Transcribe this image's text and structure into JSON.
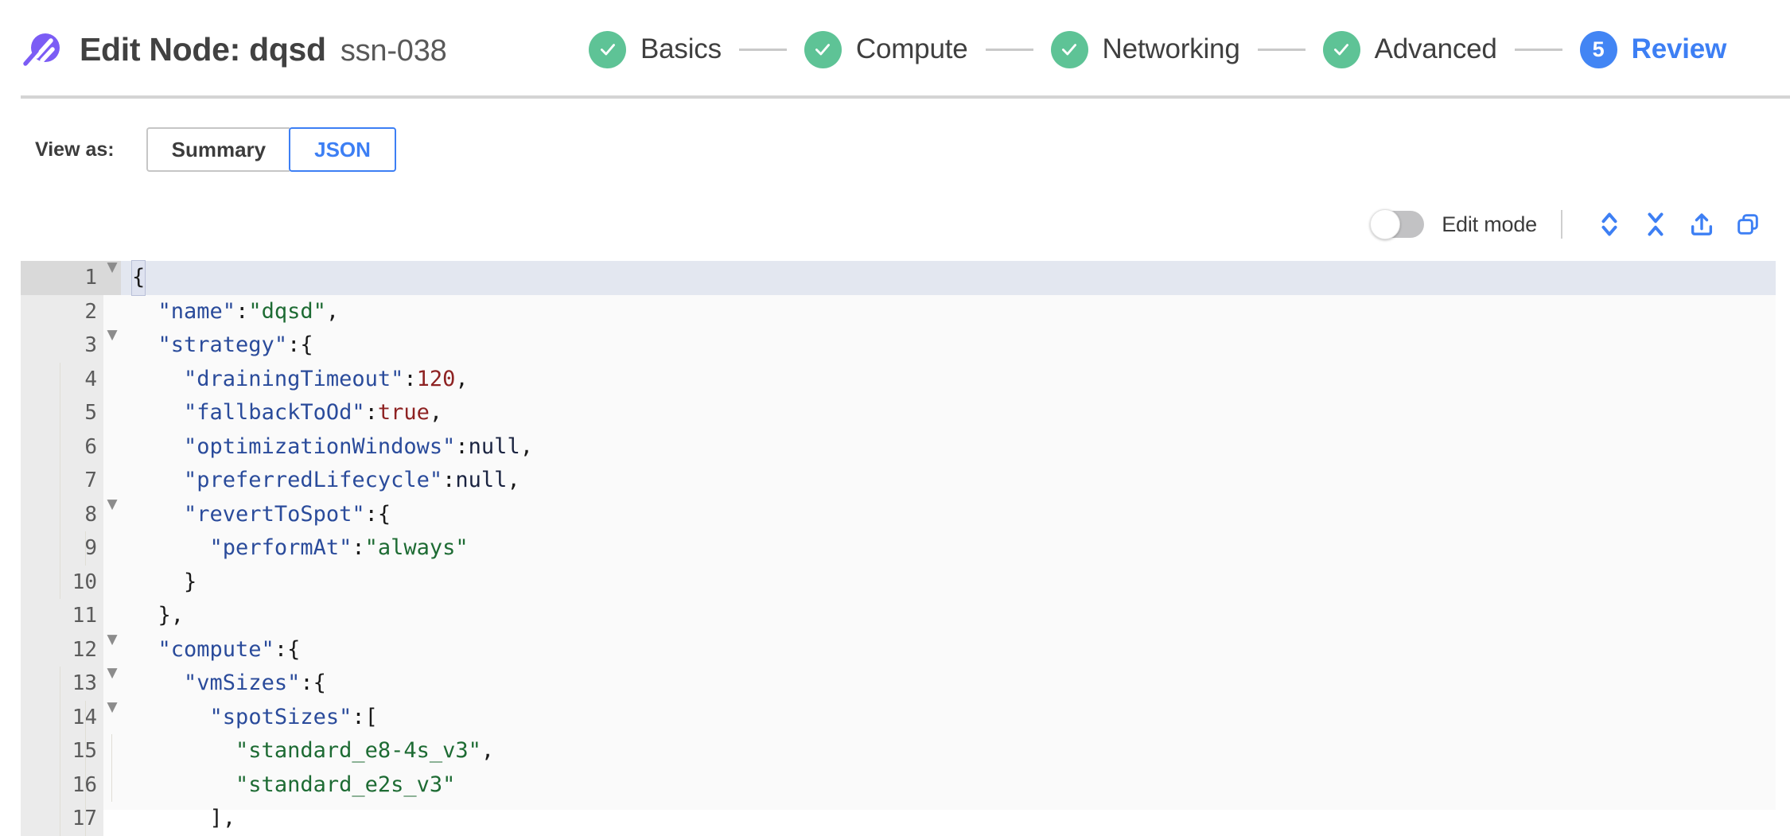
{
  "header": {
    "logo_icon": "spot-comet-logo",
    "title": "Edit Node: dqsd",
    "subtitle": "ssn-038",
    "steps": [
      {
        "label": "Basics",
        "state": "done",
        "marker": "✓"
      },
      {
        "label": "Compute",
        "state": "done",
        "marker": "✓"
      },
      {
        "label": "Networking",
        "state": "done",
        "marker": "✓"
      },
      {
        "label": "Advanced",
        "state": "done",
        "marker": "✓"
      },
      {
        "label": "Review",
        "state": "active",
        "marker": "5"
      }
    ]
  },
  "view_as": {
    "label": "View as:",
    "options": [
      {
        "label": "Summary",
        "selected": false
      },
      {
        "label": "JSON",
        "selected": true
      }
    ]
  },
  "editor_toolbar": {
    "edit_mode_label": "Edit mode",
    "edit_mode_on": false,
    "icons": [
      {
        "name": "expand-all-icon",
        "title": "Expand all"
      },
      {
        "name": "collapse-all-icon",
        "title": "Collapse all"
      },
      {
        "name": "share-export-icon",
        "title": "Export"
      },
      {
        "name": "copy-icon",
        "title": "Copy"
      }
    ]
  },
  "colors": {
    "brand_purple": "#7b5cf5",
    "accent_blue": "#3d7ff4",
    "success_green": "#5ec396",
    "editor_bg": "#fafafa",
    "gutter_bg": "#ebebeb",
    "active_line_bg": "#e3e7f0"
  },
  "json_editor": {
    "active_line": 1,
    "lines": [
      {
        "n": "1",
        "fold": true,
        "indent": 0,
        "text": "{"
      },
      {
        "n": "2",
        "fold": false,
        "indent": 1,
        "text": "\"name\": \"dqsd\","
      },
      {
        "n": "3",
        "fold": true,
        "indent": 1,
        "text": "\"strategy\": {"
      },
      {
        "n": "4",
        "fold": false,
        "indent": 2,
        "text": "\"drainingTimeout\": 120,"
      },
      {
        "n": "5",
        "fold": false,
        "indent": 2,
        "text": "\"fallbackToOd\": true,"
      },
      {
        "n": "6",
        "fold": false,
        "indent": 2,
        "text": "\"optimizationWindows\": null,"
      },
      {
        "n": "7",
        "fold": false,
        "indent": 2,
        "text": "\"preferredLifecycle\": null,"
      },
      {
        "n": "8",
        "fold": true,
        "indent": 2,
        "text": "\"revertToSpot\": {"
      },
      {
        "n": "9",
        "fold": false,
        "indent": 3,
        "text": "\"performAt\": \"always\""
      },
      {
        "n": "10",
        "fold": false,
        "indent": 2,
        "text": "}"
      },
      {
        "n": "11",
        "fold": false,
        "indent": 1,
        "text": "},"
      },
      {
        "n": "12",
        "fold": true,
        "indent": 1,
        "text": "\"compute\": {"
      },
      {
        "n": "13",
        "fold": true,
        "indent": 2,
        "text": "\"vmSizes\": {"
      },
      {
        "n": "14",
        "fold": true,
        "indent": 3,
        "text": "\"spotSizes\": ["
      },
      {
        "n": "15",
        "fold": false,
        "indent": 4,
        "text": "\"standard_e8-4s_v3\","
      },
      {
        "n": "16",
        "fold": false,
        "indent": 4,
        "text": "\"standard_e2s_v3\""
      },
      {
        "n": "17",
        "fold": false,
        "indent": 3,
        "text": "],"
      }
    ],
    "document": {
      "name": "dqsd",
      "strategy": {
        "drainingTimeout": 120,
        "fallbackToOd": true,
        "optimizationWindows": null,
        "preferredLifecycle": null,
        "revertToSpot": {
          "performAt": "always"
        }
      },
      "compute": {
        "vmSizes": {
          "spotSizes": [
            "standard_e8-4s_v3",
            "standard_e2s_v3"
          ]
        }
      }
    }
  }
}
